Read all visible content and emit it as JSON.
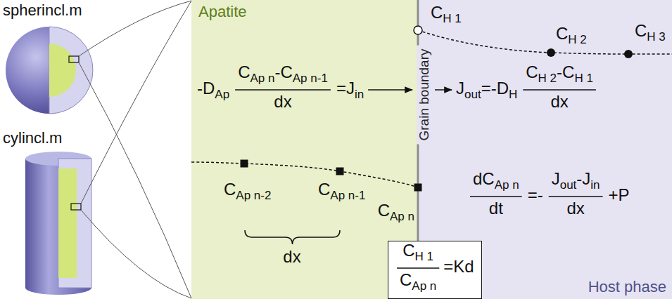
{
  "diagram": {
    "nodes": [
      {
        "text": [
          "Apatite"
        ]
      },
      {
        "text": [
          "Host phase"
        ]
      },
      {
        "text": [
          "CH 1",
          "CAp n",
          "=Kd"
        ]
      }
    ],
    "labels": [
      "spherincl.m",
      "cylincl.m",
      "CH 1",
      "CH 2",
      "CH 3",
      "-DAp",
      "CAp n-CAp n-1",
      "dx",
      "=Jin",
      "Grain boundary",
      "Jout=-DH",
      "CH 2-CH 1",
      "dx",
      "CAp n-2",
      "CAp n-1",
      "CAp n",
      "dCAp n",
      "dt",
      "=-",
      "Jout-Jin",
      "dx",
      "+P",
      "dx"
    ]
  }
}
